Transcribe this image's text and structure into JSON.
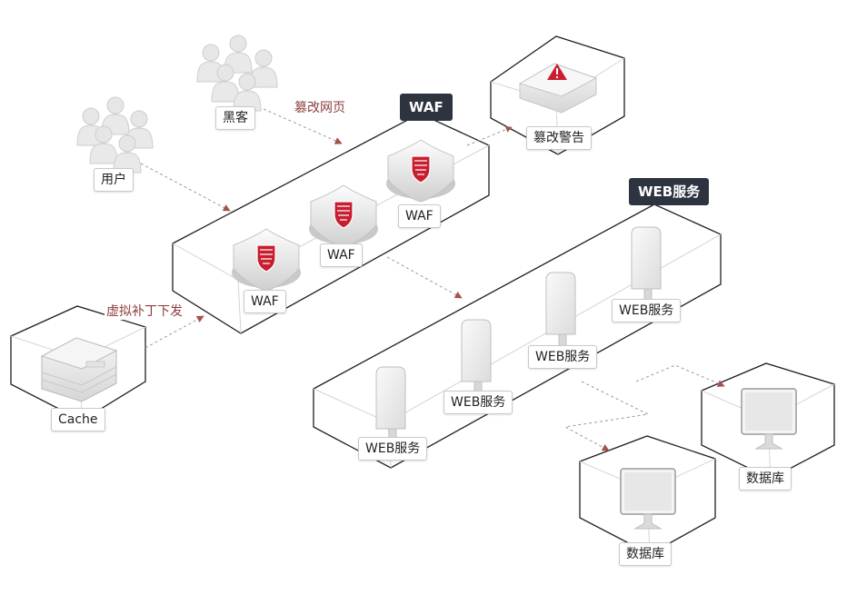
{
  "colors": {
    "accent": "#c81e2f",
    "tag_bg": "#2e3340",
    "flow_text": "#8c3c3c",
    "arrow": "#a5524c"
  },
  "icons": {
    "user_group": "user-group-icon",
    "hacker_group": "hacker-group-icon",
    "waf_shield": "shield-icon",
    "alert": "warning-icon",
    "cache": "cache-server-icon",
    "web_server": "web-server-icon",
    "database": "database-icon"
  },
  "labels": {
    "users": "用户",
    "hacker": "黑客",
    "tamper_page": "篡改网页",
    "waf_group": "WAF",
    "waf_node": "WAF",
    "tamper_alert": "篡改警告",
    "web_group": "WEB服务",
    "web_node": "WEB服务",
    "virtual_patch": "虚拟补丁下发",
    "cache": "Cache",
    "database": "数据库"
  }
}
